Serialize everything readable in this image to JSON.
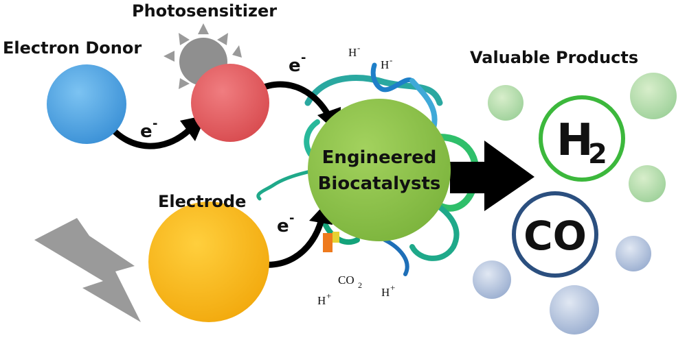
{
  "labels": {
    "photosensitizer": "Photosensitizer",
    "electron_donor": "Electron Donor",
    "electrode": "Electrode",
    "valuable_products": "Valuable Products",
    "engineered_line1": "Engineered",
    "engineered_line2": "Biocatalysts"
  },
  "electron": {
    "symbol": "e",
    "charge": "-"
  },
  "protein_labels": {
    "h_minus": "H",
    "h_minus_charge": "-",
    "h_plus": "H",
    "h_plus_charge": "+",
    "co2": "CO",
    "co2_sub": "2"
  },
  "products": {
    "h2_symbol": "H",
    "h2_sub": "2",
    "co": "CO"
  },
  "colors": {
    "electron_donor": "#4da3e0",
    "photosensitizer": "#e35a5c",
    "electrode": "#f5b311",
    "biocatalyst": "#8cc04a",
    "h2_ring": "#3cb83c",
    "co_ring": "#2b4f7f",
    "sun": "#8a8a8a",
    "bolt": "#9a9a9a",
    "arrow": "#000000"
  }
}
